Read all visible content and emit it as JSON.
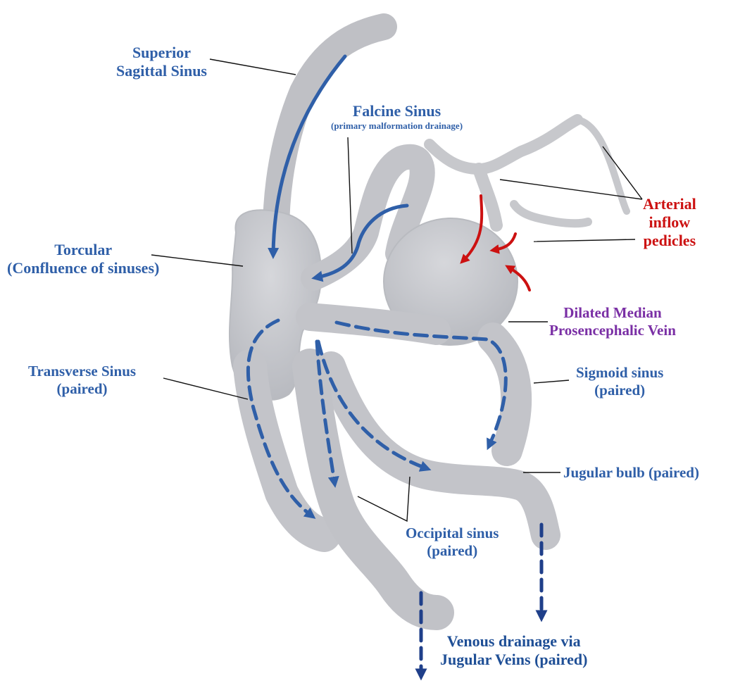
{
  "labels": {
    "superior_sagittal_sinus": [
      "Superior",
      "Sagittal Sinus"
    ],
    "falcine_sinus": "Falcine Sinus",
    "falcine_sinus_note": "(primary malformation drainage)",
    "torcular": [
      "Torcular",
      "(Confluence of sinuses)"
    ],
    "arterial_inflow": [
      "Arterial",
      "inflow",
      "pedicles"
    ],
    "median_prosencephalic_vein": [
      "Dilated Median",
      "Prosencephalic Vein"
    ],
    "transverse_sinus": [
      "Transverse Sinus",
      "(paired)"
    ],
    "sigmoid_sinus": [
      "Sigmoid sinus",
      "(paired)"
    ],
    "jugular_bulb": "Jugular bulb (paired)",
    "occipital_sinus": [
      "Occipital sinus",
      "(paired)"
    ],
    "venous_drainage": [
      "Venous drainage via",
      "Jugular Veins (paired)"
    ]
  },
  "colors": {
    "vessel_fill": "#c7c8cc",
    "vessel_shade": "#a9abb1",
    "venous_arrow": "#2f5fa8",
    "drainage_arrow": "#1f3f8a",
    "arterial_arrow": "#cc1111",
    "label_blue": "#2f5fa8",
    "label_red": "#cc1111",
    "label_purple": "#7a2fa5"
  }
}
